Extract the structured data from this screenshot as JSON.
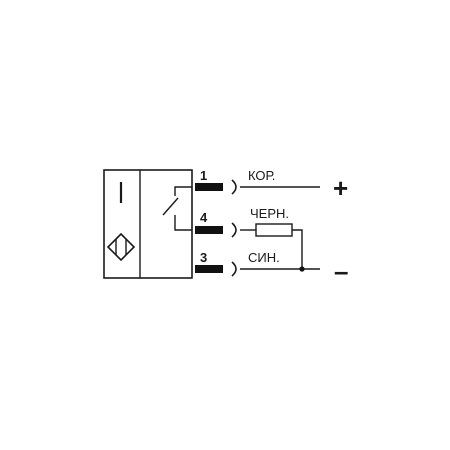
{
  "pins": [
    {
      "number": "1",
      "wire_color": "КОР.",
      "polarity": "+"
    },
    {
      "number": "4",
      "wire_color": "ЧЕРН."
    },
    {
      "number": "3",
      "wire_color": "СИН.",
      "polarity": "–"
    }
  ],
  "colors": {
    "line": "#1a1a1a",
    "background": "#ffffff"
  },
  "icons": {
    "sensor_front": "vertical-bar-icon",
    "sensor_type": "inductive-diamond-icon",
    "output": "switch-contact-icon",
    "load": "resistor-icon"
  }
}
